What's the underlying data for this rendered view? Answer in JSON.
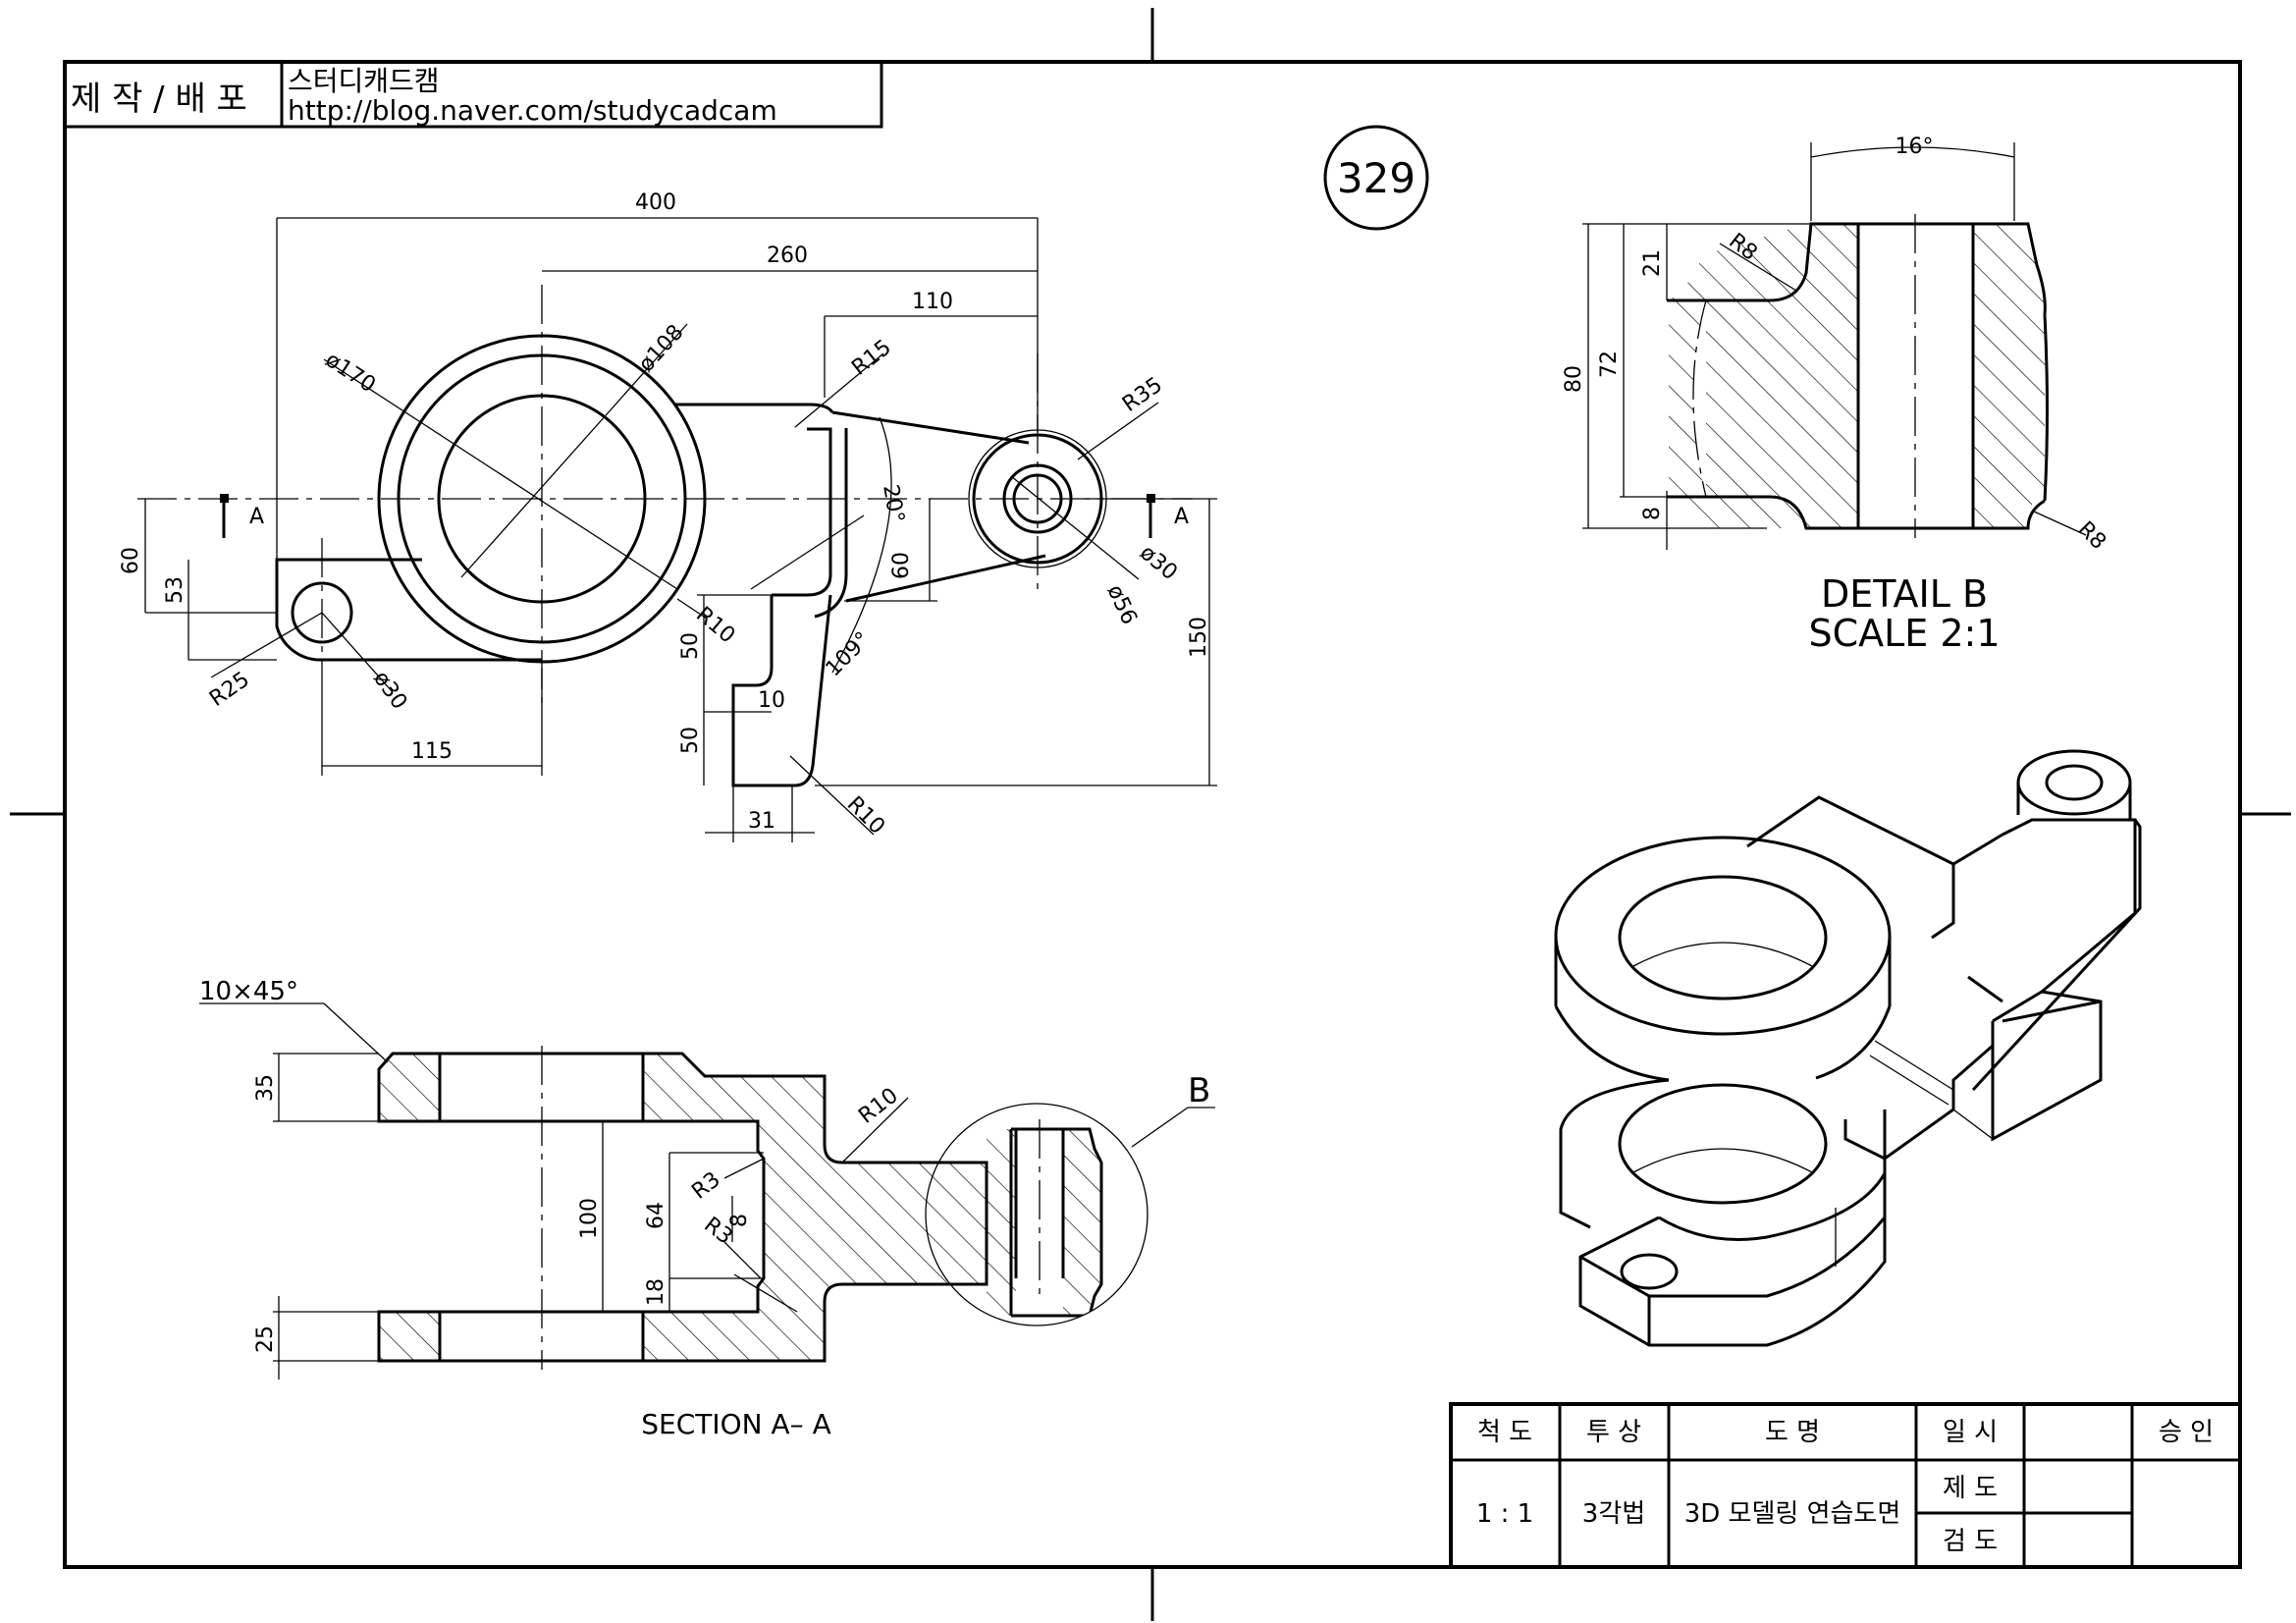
{
  "header": {
    "label": "제 작 / 배 포",
    "author": "스터디캐드캠",
    "url": "http://blog.naver.com/studycadcam"
  },
  "drawing_number": "329",
  "top_view": {
    "dims": {
      "d400": "400",
      "d260": "260",
      "d110": "110",
      "d170": "ø170",
      "d108": "ø108",
      "r15": "R15",
      "r35": "R35",
      "d20": "20°",
      "d60a": "60",
      "d60b": "60",
      "d53": "53",
      "r25": "R25",
      "d30a": "ø30",
      "d115": "115",
      "r10a": "R10",
      "d50a": "50",
      "d10": "10",
      "d50b": "50",
      "d109": "109°",
      "d31": "31",
      "r10b": "R10",
      "d150": "150",
      "d30b": "ø30",
      "d56": "ø56"
    },
    "section_a_left": "A",
    "section_a_right": "A"
  },
  "section_view": {
    "chamfer": "10×45°",
    "dims": {
      "d35": "35",
      "d100": "100",
      "d64": "64",
      "d25": "25",
      "d18": "18",
      "r3a": "R3",
      "r3b": "R3",
      "d8": "8",
      "r10": "R10"
    },
    "detail_callout": "B",
    "title": "SECTION A– A"
  },
  "detail_view": {
    "dims": {
      "d16": "16°",
      "r8a": "R8",
      "d21": "21",
      "d80": "80",
      "d72": "72",
      "d8": "8",
      "r8b": "R8"
    },
    "title_line1": "DETAIL  B",
    "title_line2": "SCALE  2:1"
  },
  "title_block": {
    "scale_label": "척 도",
    "projection_label": "투 상",
    "name_label": "도    명",
    "date_label": "일 시",
    "approval_label": "승 인",
    "scale_value": "1 : 1",
    "projection_value": "3각법",
    "name_value": "3D 모델링 연습도면",
    "drawn_label": "제 도",
    "checked_label": "검 도"
  }
}
